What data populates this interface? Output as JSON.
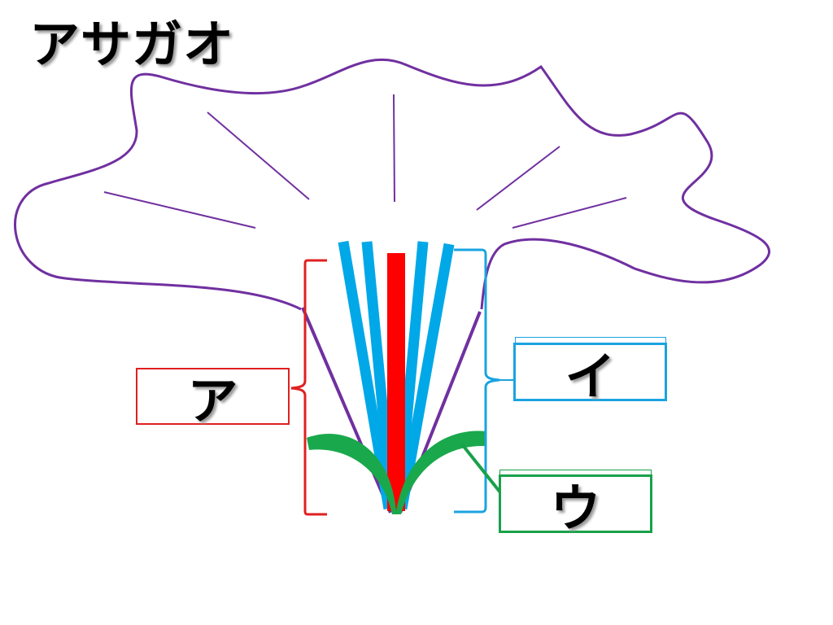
{
  "title": "アサガオ",
  "labels": {
    "a": "ア",
    "i": "イ",
    "u": "ウ"
  },
  "colors": {
    "petal": "#7030a0",
    "pistil": "#ff0000",
    "stamen": "#00a8e8",
    "sepal": "#1aa84c",
    "bracket_a": "#e02020",
    "bracket_i": "#1aa3e0",
    "pointer_u": "#19a14a"
  }
}
